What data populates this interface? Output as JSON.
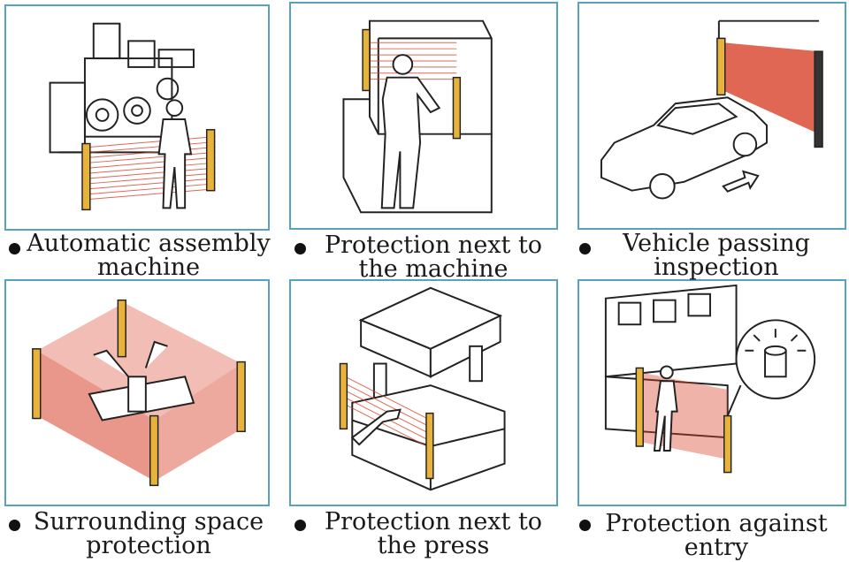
{
  "panels": [
    {
      "line1": "Automatic assembly",
      "line2": "machine"
    },
    {
      "line1": "Protection next to",
      "line2": "the machine"
    },
    {
      "line1": "Vehicle passing",
      "line2": "inspection"
    },
    {
      "line1": "Surrounding space",
      "line2": "protection"
    },
    {
      "line1": "Protection next to",
      "line2": "the press"
    },
    {
      "line1": "Protection against",
      "line2": "entry"
    }
  ],
  "colors": {
    "frame": "#59a2bd",
    "beam": "#d9412b",
    "post": "#e8b33a",
    "ink": "#1a1a1a"
  },
  "icons": [
    "assembly-machine-illustration",
    "machine-protection-illustration",
    "vehicle-inspection-illustration",
    "surrounding-protection-illustration",
    "press-protection-illustration",
    "entry-protection-illustration"
  ]
}
